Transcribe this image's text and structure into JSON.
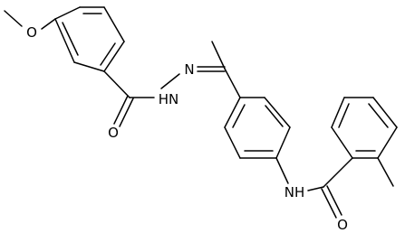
{
  "atom_labels": {
    "methoxy_oxygen": "O",
    "hydrazide_nh": "HN",
    "imine_nitrogen": "N",
    "hydrazide_carbonyl_oxygen": "O",
    "amide_nh": "NH",
    "amide_carbonyl_oxygen": "O"
  },
  "colors": {
    "bond": "#000000",
    "label": "#000000",
    "background": "#ffffff"
  }
}
